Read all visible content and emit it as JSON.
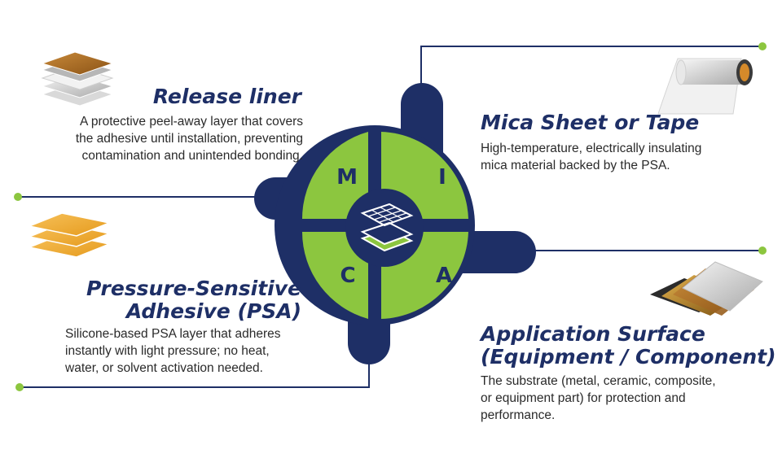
{
  "colors": {
    "navy": "#1e2f66",
    "green": "#8cc63f",
    "connector": "#1e2f66",
    "dot": "#8cc63f",
    "text": "#2a2a2a"
  },
  "quadrants": {
    "m": {
      "letter": "M"
    },
    "i": {
      "letter": "I"
    },
    "c": {
      "letter": "C"
    },
    "a": {
      "letter": "A"
    }
  },
  "center": {
    "icon": "layered-sheets-icon"
  },
  "sections": {
    "release_liner": {
      "title": "Release liner",
      "lines": [
        "A protective peel-away layer that covers",
        "the adhesive until installation, preventing",
        "contamination and unintended bonding."
      ],
      "icon": "release-liner-stack-icon"
    },
    "mica": {
      "title": "Mica Sheet or Tape",
      "lines": [
        "High-temperature, electrically insulating",
        "mica material backed by the PSA."
      ],
      "icon": "mica-tape-roll-icon"
    },
    "psa": {
      "title_lines": [
        "Pressure-Sensitive",
        "Adhesive (PSA)"
      ],
      "lines": [
        "Silicone-based PSA layer that adheres",
        "instantly with light pressure; no heat,",
        "water, or solvent activation needed."
      ],
      "icon": "adhesive-sheets-icon"
    },
    "application": {
      "title_lines": [
        "Application Surface",
        "(Equipment / Component)"
      ],
      "lines": [
        "The substrate (metal, ceramic, composite,",
        "or equipment part) for protection and",
        "performance."
      ],
      "icon": "substrate-sheets-icon"
    }
  }
}
